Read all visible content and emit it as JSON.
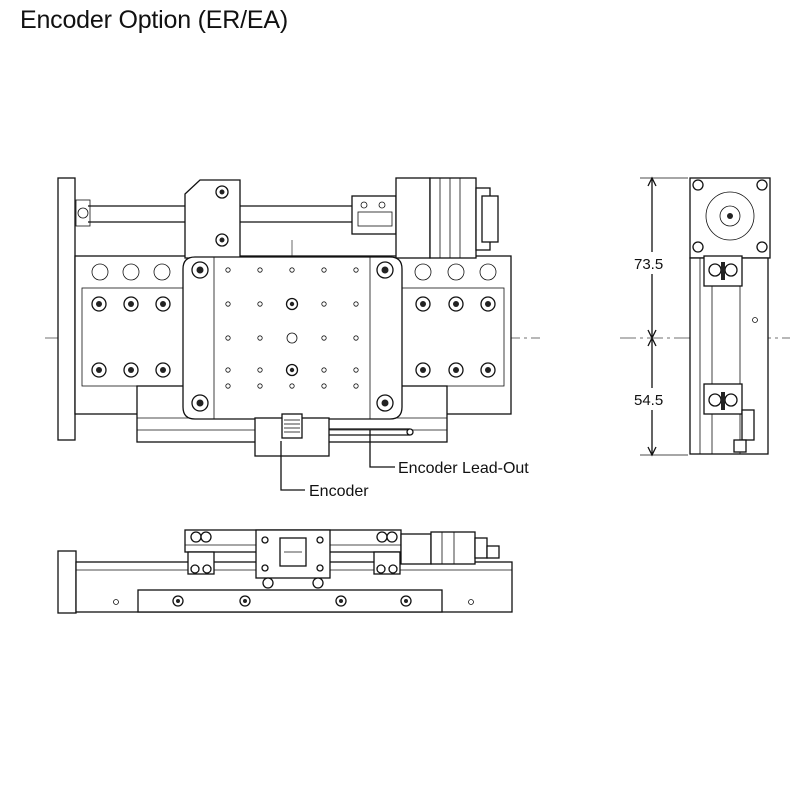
{
  "title": "Encoder Option (ER/EA)",
  "callouts": {
    "encoder": "Encoder",
    "encoder_lead_out": "Encoder Lead-Out"
  },
  "dimensions": {
    "upper_height": "73.5",
    "lower_height": "54.5"
  }
}
